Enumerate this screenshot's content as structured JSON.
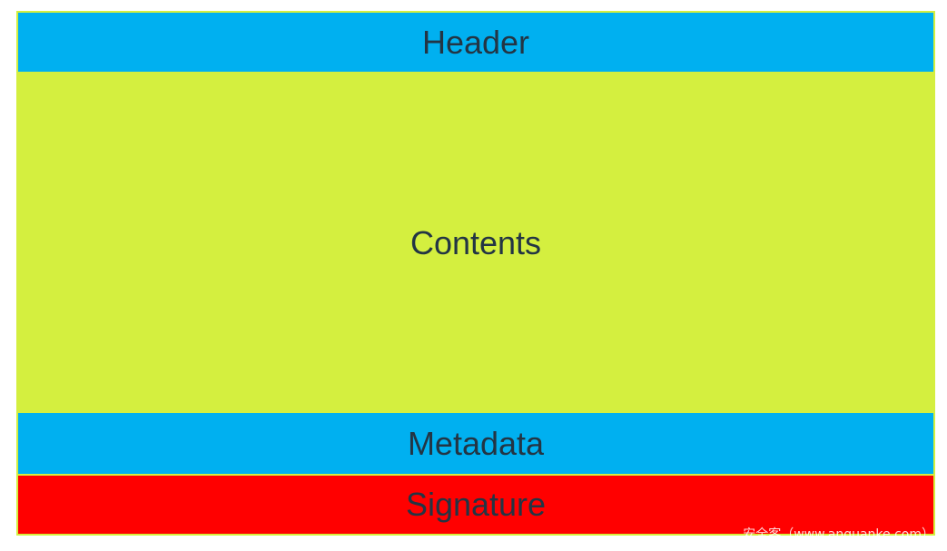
{
  "diagram": {
    "blocks": [
      {
        "label": "Header",
        "color": "#00b0f0"
      },
      {
        "label": "Contents",
        "color": "#d4ef3f"
      },
      {
        "label": "Metadata",
        "color": "#00b0f0"
      },
      {
        "label": "Signature",
        "color": "#ff0000"
      }
    ],
    "border_color": "#d4ef3f",
    "text_color": "#233544"
  },
  "watermark": "安全客（www.anquanke.com）"
}
